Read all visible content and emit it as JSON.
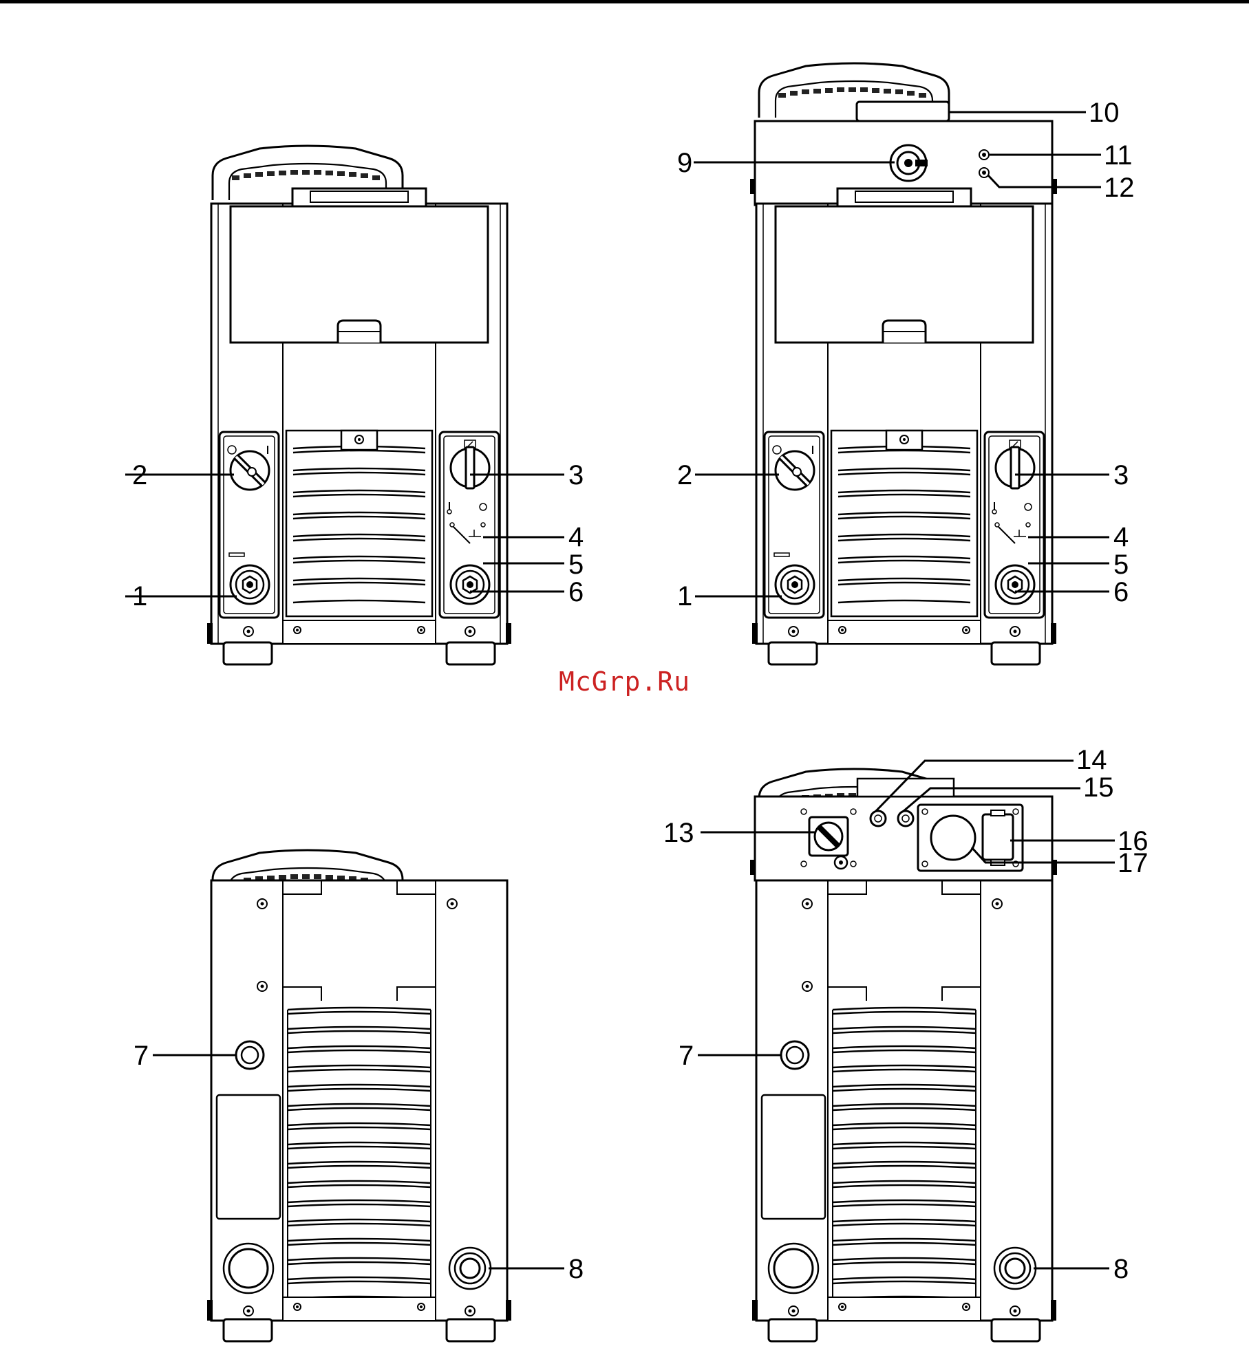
{
  "watermark": "McGrp.Ru",
  "views": [
    {
      "name": "front-basic",
      "callouts": [
        {
          "num": "1"
        },
        {
          "num": "2"
        },
        {
          "num": "3"
        },
        {
          "num": "4"
        },
        {
          "num": "5"
        },
        {
          "num": "6"
        }
      ]
    },
    {
      "name": "front-with-module",
      "callouts": [
        {
          "num": "1"
        },
        {
          "num": "2"
        },
        {
          "num": "3"
        },
        {
          "num": "4"
        },
        {
          "num": "5"
        },
        {
          "num": "6"
        },
        {
          "num": "9"
        },
        {
          "num": "10"
        },
        {
          "num": "11"
        },
        {
          "num": "12"
        }
      ]
    },
    {
      "name": "rear-basic",
      "callouts": [
        {
          "num": "7"
        },
        {
          "num": "8"
        }
      ]
    },
    {
      "name": "rear-with-module",
      "callouts": [
        {
          "num": "7"
        },
        {
          "num": "8"
        },
        {
          "num": "13"
        },
        {
          "num": "14"
        },
        {
          "num": "15"
        },
        {
          "num": "16"
        },
        {
          "num": "17"
        }
      ]
    }
  ]
}
